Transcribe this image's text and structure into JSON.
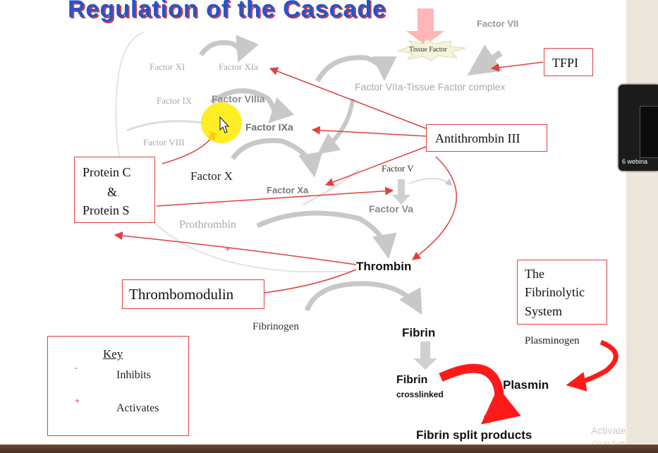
{
  "title": "Regulation of the Cascade",
  "nodes": {
    "factor_vii": "Factor VII",
    "tissue_factor": "Tissue Factor",
    "tfpi": "TFPI",
    "factor_xi": "Factor XI",
    "factor_xia": "Factor XIa",
    "factor_viia_tf": "Factor VIIa-Tissue Factor complex",
    "factor_ix": "Factor IX",
    "factor_viiia": "Factor VIIIa",
    "factor_ixa": "Factor IXa",
    "factor_viii": "Factor VIII",
    "antithrombin": "Antithrombin III",
    "protein_c_line1": "Protein C",
    "protein_c_line2": "&",
    "protein_c_line3": "Protein S",
    "factor_x": "Factor X",
    "factor_v": "Factor V",
    "factor_xa": "Factor Xa",
    "factor_va": "Factor  Va",
    "prothrombin": "Prothrombin",
    "thrombin": "Thrombin",
    "thrombomodulin": "Thrombomodulin",
    "fibrinolytic_line1": "The",
    "fibrinolytic_line2": "Fibrinolytic",
    "fibrinolytic_line3": "System",
    "fibrinogen": "Fibrinogen",
    "fibrin": "Fibrin",
    "plasminogen": "Plasminogen",
    "fibrin_crosslinked_line1": "Fibrin",
    "fibrin_crosslinked_line2": "crosslinked",
    "plasmin": "Plasmin",
    "fibrin_split": "Fibrin split products"
  },
  "key": {
    "title": "Key",
    "inhibits_sign": "-",
    "inhibits_label": "Inhibits",
    "activates_sign": "+",
    "activates_label": "Activates"
  },
  "edge_signs": {
    "thrombomodulin_sign": "+"
  },
  "overlay": {
    "webinar_label": "6 webina",
    "watermark": "Activate Wi",
    "watermark_sub": "Go to Settings"
  },
  "colors": {
    "inhibit_arrow": "#e0403f",
    "title_blue": "#2255cc",
    "faded_gray": "#a9a9a9",
    "plasmin_red": "#ff1a1a",
    "highlight_yellow": "#ffeb00"
  }
}
